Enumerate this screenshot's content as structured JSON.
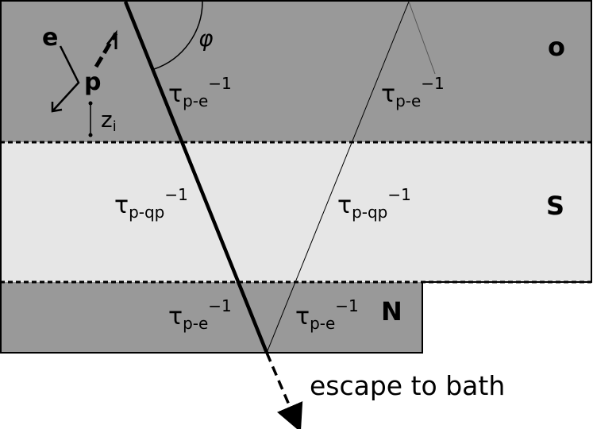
{
  "layers": {
    "top_label": "o",
    "middle_label": "S",
    "bottom_label": "N"
  },
  "particles": {
    "electron": "e",
    "phonon": "p"
  },
  "depth_label": "z",
  "depth_subscript": "i",
  "angle_label": "φ",
  "rates": {
    "tau_symbol": "τ",
    "pe_sub": "p-e",
    "pqp_sub": "p-qp",
    "exponent": "−1"
  },
  "escape_text": "escape to bath",
  "colors": {
    "oxide": "#999999",
    "superconductor": "#e6e6e6",
    "normal_metal": "#999999",
    "background": "#ffffff",
    "ink": "#000000"
  }
}
